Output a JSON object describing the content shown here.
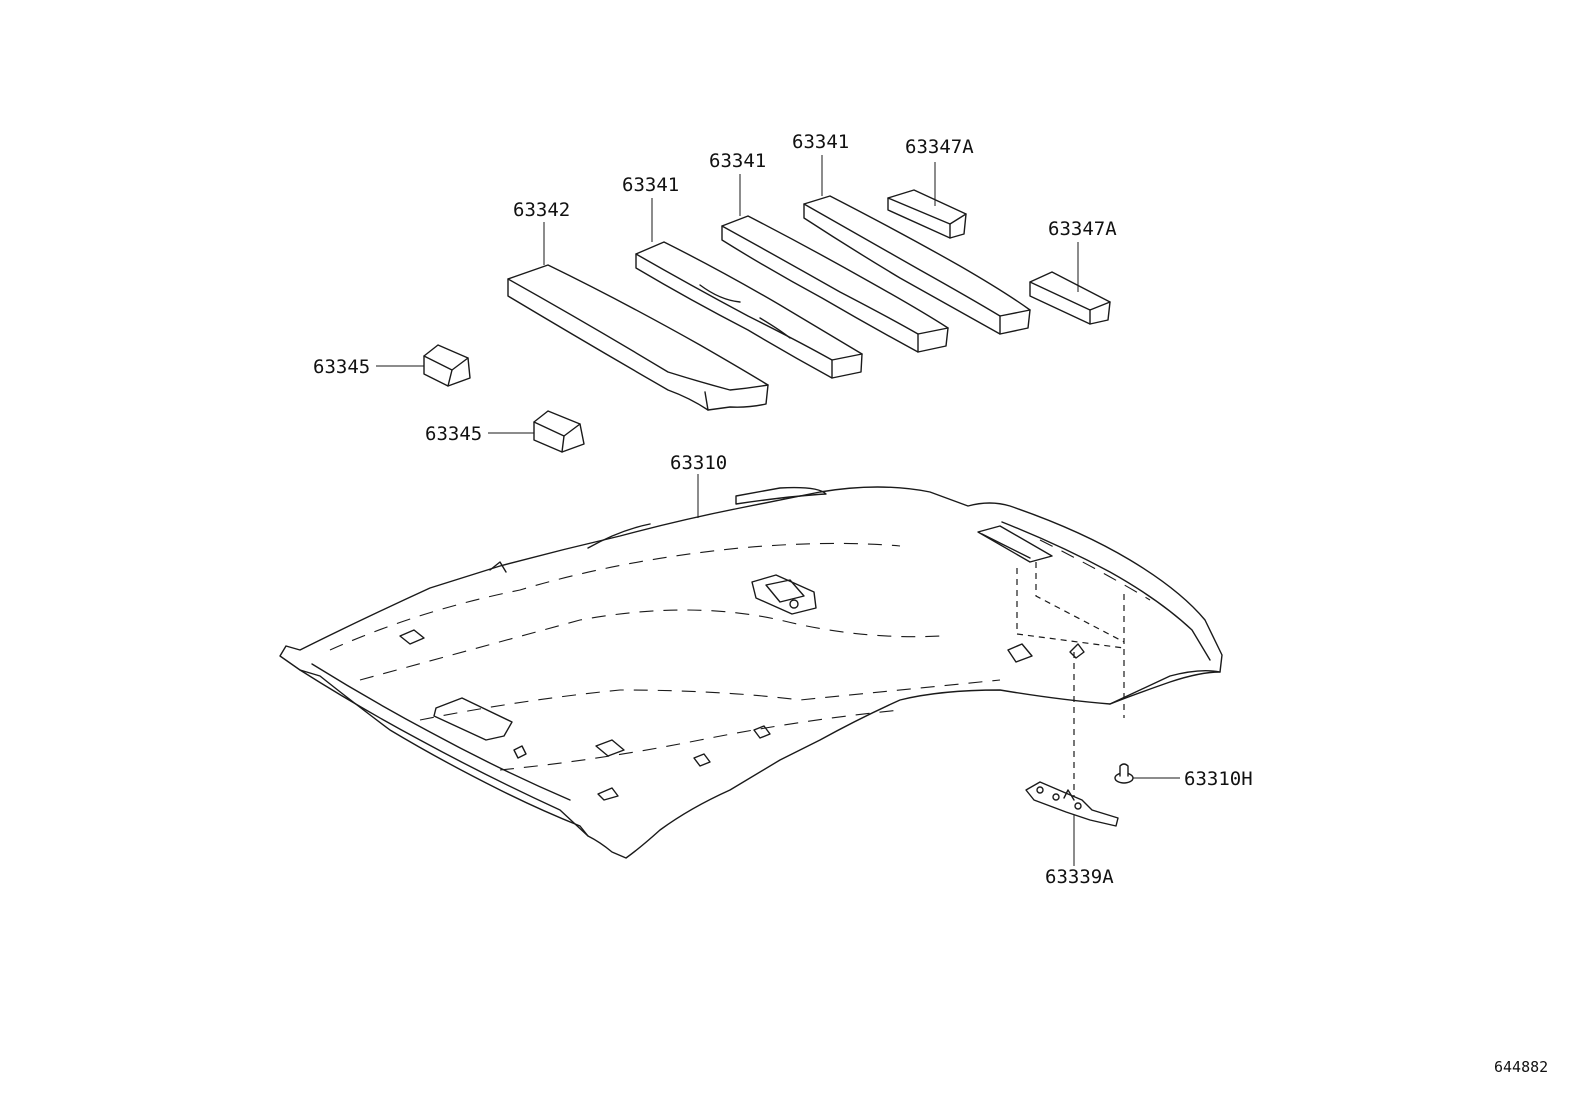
{
  "diagram": {
    "callouts": {
      "p63342": "63342",
      "p63341_a": "63341",
      "p63341_b": "63341",
      "p63341_c": "63341",
      "p63347a_a": "63347A",
      "p63347a_b": "63347A",
      "p63345_a": "63345",
      "p63345_b": "63345",
      "p63310": "63310",
      "p63310h": "63310H",
      "p63339a": "63339A"
    },
    "figure_code": "644882"
  }
}
